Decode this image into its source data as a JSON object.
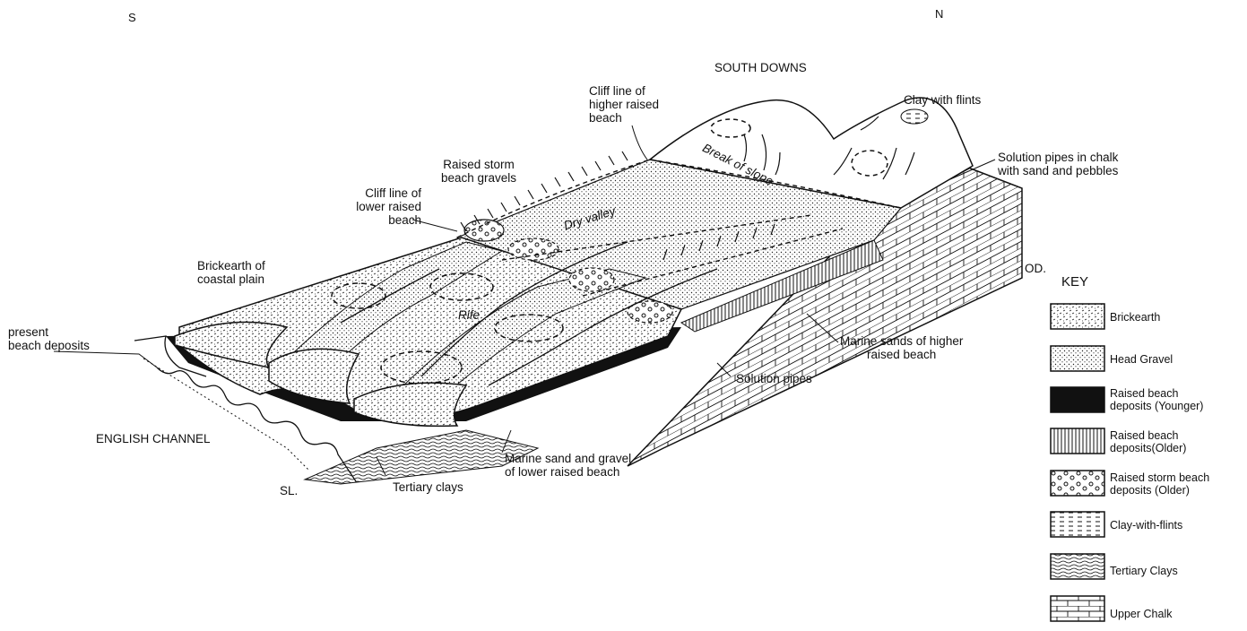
{
  "compass": {
    "south": "S",
    "north": "N"
  },
  "labels": {
    "south_downs": "SOUTH DOWNS",
    "cliff_higher": "Cliff line of\nhigher raised\nbeach",
    "clay_with_flints": "Clay with flints",
    "solution_pipes_chalk": "Solution pipes in chalk\nwith sand and pebbles",
    "raised_storm": "Raised storm\nbeach gravels",
    "cliff_lower": "Cliff line of\nlower raised\nbeach",
    "dry_valley": "Dry valley",
    "break_of_slope": "Break of slope",
    "od": "OD.",
    "brickearth_coastal": "Brickearth of\ncoastal plain",
    "rife": "Rife",
    "present_beach": "present\nbeach deposits",
    "marine_sands_higher": "Marine sands of higher\nraised beach",
    "solution_pipes": "Solution pipes",
    "english_channel": "ENGLISH CHANNEL",
    "marine_sand_gravel": "Marine sand and gravel\nof lower raised beach",
    "sl": "SL.",
    "tertiary_clays": "Tertiary clays"
  },
  "key": {
    "title": "KEY",
    "items": [
      {
        "label": "Brickearth",
        "pattern": "brickearth"
      },
      {
        "label": "Head Gravel",
        "pattern": "head-gravel"
      },
      {
        "label": "Raised beach\ndeposits (Younger)",
        "pattern": "solid-black"
      },
      {
        "label": "Raised beach\ndeposits(Older)",
        "pattern": "vertical-lines"
      },
      {
        "label": "Raised storm beach\ndeposits (Older)",
        "pattern": "circles"
      },
      {
        "label": "Clay-with-flints",
        "pattern": "dashes"
      },
      {
        "label": "Tertiary Clays",
        "pattern": "wavy-lines"
      },
      {
        "label": "Upper Chalk",
        "pattern": "bricks"
      }
    ]
  }
}
